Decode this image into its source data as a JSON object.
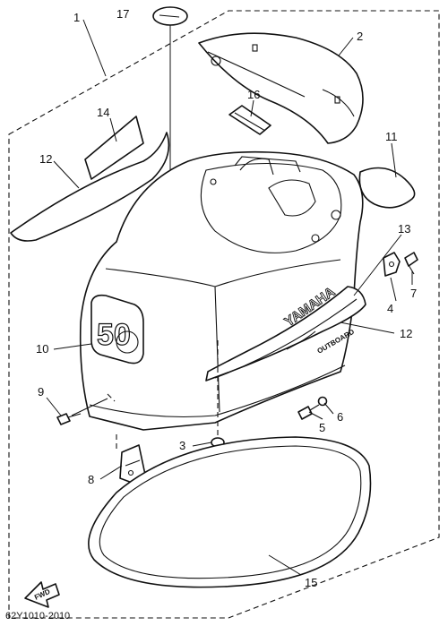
{
  "diagram": {
    "drawing_code": "62Y1010-2010",
    "fwd_label": "FWD",
    "cowling_text_brand": "YAMAHA",
    "cowling_text_model": "50",
    "cowling_text_tag": "OUTBOARD",
    "callouts": {
      "c1": "1",
      "c2": "2",
      "c3": "3",
      "c4": "4",
      "c5": "5",
      "c6": "6",
      "c7": "7",
      "c8": "8",
      "c9": "9",
      "c10": "10",
      "c11": "11",
      "c12a": "12",
      "c12b": "12",
      "c13": "13",
      "c14": "14",
      "c15": "15",
      "c16": "16",
      "c17": "17"
    }
  }
}
